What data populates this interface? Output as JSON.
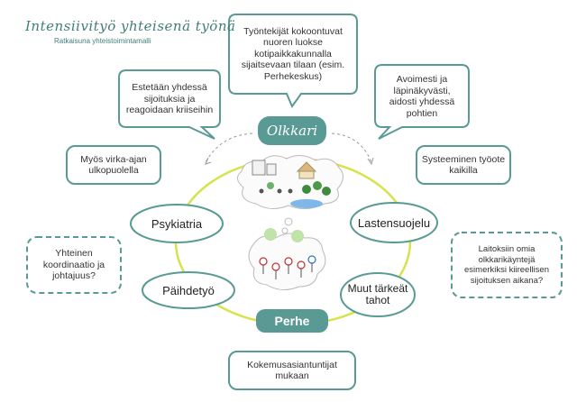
{
  "title": "Intensiivityö yhteisenä työnä",
  "subtitle": "Ratkaisuna yhteistoimintamalli",
  "colors": {
    "teal": "#5a9a94",
    "lime": "#d6e34b",
    "text": "#333333"
  },
  "hub_top": "Olkkari",
  "hub_bottom": "Perhe",
  "top_bubble": "Työntekijät kokoontuvat nuoren luokse kotipaikkakunnalla sijaitsevaan tilaan (esim. Perhekeskus)",
  "left_upper_bubble": "Estetään yhdessä sijoituksia ja reagoidaan kriiseihin",
  "right_upper_bubble": "Avoimesti ja läpinäkyvästi, aidosti yhdessä pohtien",
  "left_box": "Myös virka-ajan ulkopuolella",
  "right_box": "Systeeminen työote kaikilla",
  "left_dashed": "Yhteinen koordinaatio ja johtajuus?",
  "right_dashed": "Laitoksiin omia olkkarikäyntejä esimerkiksi kiireellisen sijoituksen aikana?",
  "bottom_box": "Kokemusasiantuntijat mukaan",
  "nodes": {
    "psykiatria": "Psykiatria",
    "paihdetyo": "Päihdetyö",
    "lastensuojelu": "Lastensuojelu",
    "muut": "Muut tärkeät tahot"
  }
}
